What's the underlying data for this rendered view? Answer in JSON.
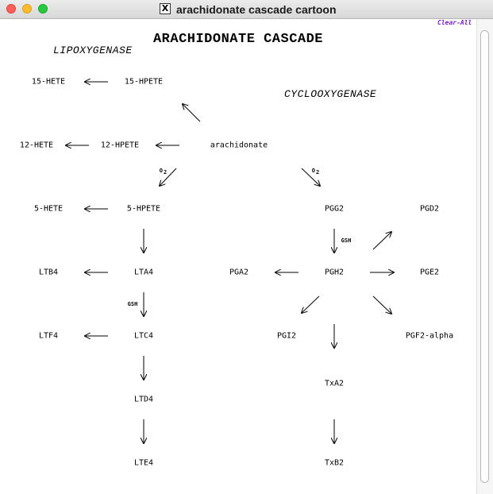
{
  "window": {
    "title": "arachidonate cascade cartoon",
    "icon": "x11-icon"
  },
  "toolbar": {
    "clear_all": "Clear-All"
  },
  "diagram": {
    "title": "ARACHIDONATE CASCADE",
    "sections": {
      "lipoxygenase": "LIPOXYGENASE",
      "cyclooxygenase": "CYCLOOXYGENASE"
    },
    "nodes": {
      "hete15": "15-HETE",
      "hpete15": "15-HPETE",
      "hete12": "12-HETE",
      "hpete12": "12-HPETE",
      "arachidonate": "arachidonate",
      "hete5": "5-HETE",
      "hpete5": "5-HPETE",
      "pgg2": "PGG2",
      "pgd2": "PGD2",
      "ltb4": "LTB4",
      "lta4": "LTA4",
      "pga2": "PGA2",
      "pgh2": "PGH2",
      "pge2": "PGE2",
      "ltf4": "LTF4",
      "ltc4": "LTC4",
      "pgi2": "PGI2",
      "pgf2a": "PGF2-alpha",
      "txa2": "TxA2",
      "ltd4": "LTD4",
      "lte4": "LTE4",
      "txb2": "TxB2"
    },
    "annotations": {
      "o2_left_main": "O",
      "o2_left_sub": "2",
      "o2_right_main": "O",
      "o2_right_sub": "2",
      "gsh_right": "GSH",
      "gsh_left": "GSH"
    }
  }
}
